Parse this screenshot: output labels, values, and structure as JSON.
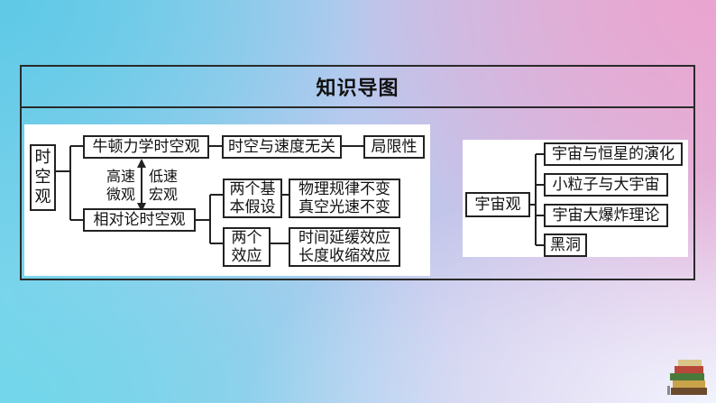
{
  "title": "知识导图",
  "left_map": {
    "root": [
      "时",
      "空",
      "观"
    ],
    "branch_newton": {
      "label": "牛顿力学时空观",
      "child": "时空与速度无关",
      "grandchild": "局限性"
    },
    "transition": {
      "high_speed": "高速",
      "micro": "微观",
      "low_speed": "低速",
      "macro": "宏观"
    },
    "branch_relativity": {
      "label": "相对论时空观",
      "postulates_box": [
        "两个基",
        "本假设"
      ],
      "postulates": [
        "物理规律不变",
        "真空光速不变"
      ],
      "effects_box": [
        "两个",
        "效应"
      ],
      "effects": [
        "时间延缓效应",
        "长度收缩效应"
      ]
    }
  },
  "right_map": {
    "root": "宇宙观",
    "items": [
      "宇宙与恒星的演化",
      "小粒子与大宇宙",
      "宇宙大爆炸理论",
      "黑洞"
    ]
  },
  "colors": {
    "line": "#222222",
    "panel": "#ffffff"
  }
}
